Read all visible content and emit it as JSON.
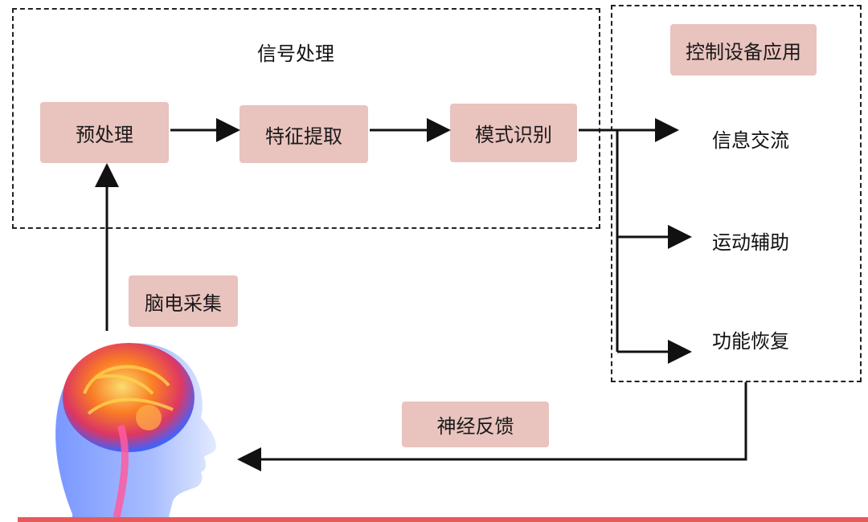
{
  "signal_processing": {
    "title": "信号处理",
    "steps": [
      "预处理",
      "特征提取",
      "模式识别"
    ]
  },
  "control_application": {
    "title": "控制设备应用",
    "outputs": [
      "信息交流",
      "运动辅助",
      "功能恢复"
    ]
  },
  "eeg_acquisition": "脑电采集",
  "neural_feedback": "神经反馈",
  "colors": {
    "box_fill": "#e9c3be",
    "arrow": "#111111",
    "bottom_bar": "#e85a5a"
  }
}
